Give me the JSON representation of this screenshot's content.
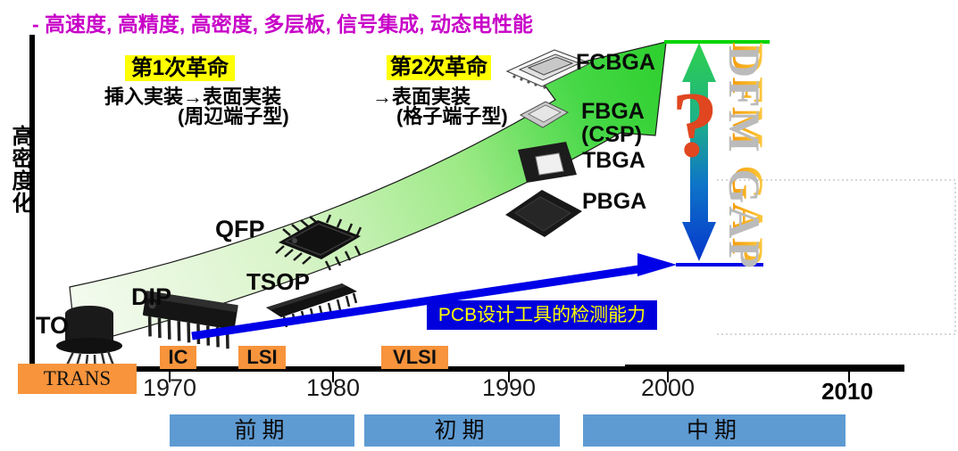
{
  "slide": {
    "feature_list": "- 高速度, 高精度, 高密度, 多层板, 信号集成, 动态电性能",
    "y_axis_label": "高密度化"
  },
  "revolutions": {
    "first": {
      "title": "第1次革命",
      "line1": "挿入実装→表面実装",
      "line2": "(周辺端子型)"
    },
    "second": {
      "title": "第2次革命",
      "line1": "→表面実装",
      "line2": "(格子端子型)"
    }
  },
  "packages": {
    "to": "TO",
    "dip": "DIP",
    "tsop": "TSOP",
    "qfp": "QFP",
    "pbga": "PBGA",
    "tbga": "TBGA",
    "fbga": "FBGA",
    "fbga_sub": "(CSP)",
    "fcbga": "FCBGA"
  },
  "eras": {
    "trans": "TRANS",
    "ic": "IC",
    "lsi": "LSI",
    "vlsi": "VLSI"
  },
  "timeline": {
    "ticks": [
      "1970",
      "1980",
      "1990",
      "2000",
      "2010"
    ]
  },
  "pcb_banner": "PCB设计工具的检测能力",
  "dfm_gap": {
    "label": "DFM GAP",
    "question_mark": "?"
  },
  "phases": [
    {
      "label": "前期"
    },
    {
      "label": "初期"
    },
    {
      "label": "中期"
    }
  ],
  "colors": {
    "feature_text": "#C800C8",
    "highlight": "#FFFF00",
    "era_box": "#F7943C",
    "pcb_blue": "#0000E0",
    "growth_green": "#2ECF2E",
    "phase_bar": "#5E9BD3",
    "gap_text": "#F49A0B",
    "question": "#E0461F"
  }
}
